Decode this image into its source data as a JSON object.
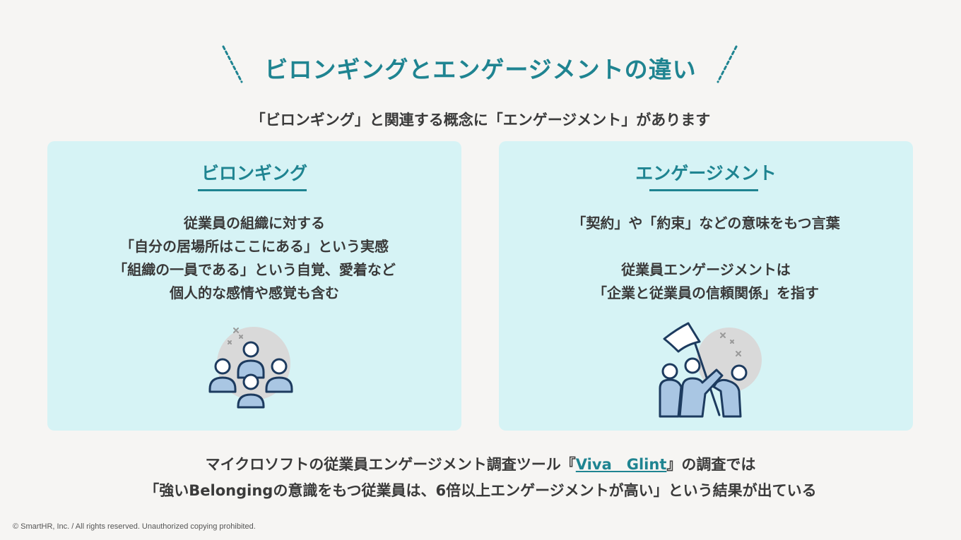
{
  "title": "ビロンギングとエンゲージメントの違い",
  "subtitle": "「ビロンギング」と関連する概念に「エンゲージメント」があります",
  "cards": [
    {
      "heading": "ビロンギング",
      "lines": [
        "従業員の組織に対する",
        "「自分の居場所はここにある」という実感",
        "「組織の一員である」という自覚、愛着など",
        "個人的な感情や感覚も含む"
      ],
      "icon": "people-group-icon"
    },
    {
      "heading": "エンゲージメント",
      "lines": [
        "「契約」や「約束」などの意味をもつ言葉",
        "従業員エンゲージメントは",
        "「企業と従業員の信頼関係」を指す"
      ],
      "icon": "team-flag-icon"
    }
  ],
  "footer": {
    "line1_before": "マイクロソフトの従業員エンゲージメント調査ツール『",
    "line1_link": "Viva　Glint",
    "line1_after": "』の調査では",
    "line2": "「強いBelongingの意識をもつ従業員は、6倍以上エンゲージメントが高い」という結果が出ている"
  },
  "copyright": "© SmartHR, Inc. / All rights reserved. Unauthorized copying prohibited.",
  "colors": {
    "accent": "#1f8491",
    "card_bg": "#d6f3f5",
    "page_bg": "#f6f5f3",
    "icon_blue": "#a9c6e3",
    "icon_navy": "#1d3b5f"
  }
}
